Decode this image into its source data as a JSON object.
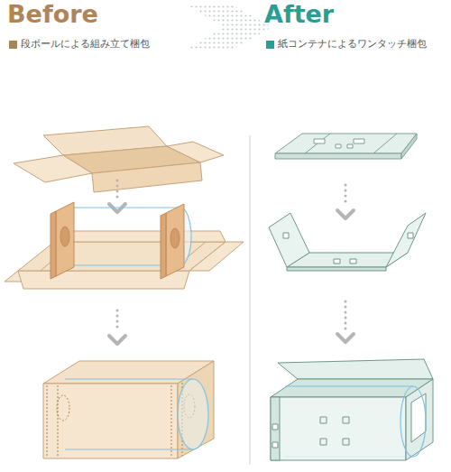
{
  "diagram": {
    "labels": [
      "Before",
      "段ボールによる組み立て梱包",
      "After",
      "紙コンテナによるワンタッチ梱包"
    ]
  }
}
